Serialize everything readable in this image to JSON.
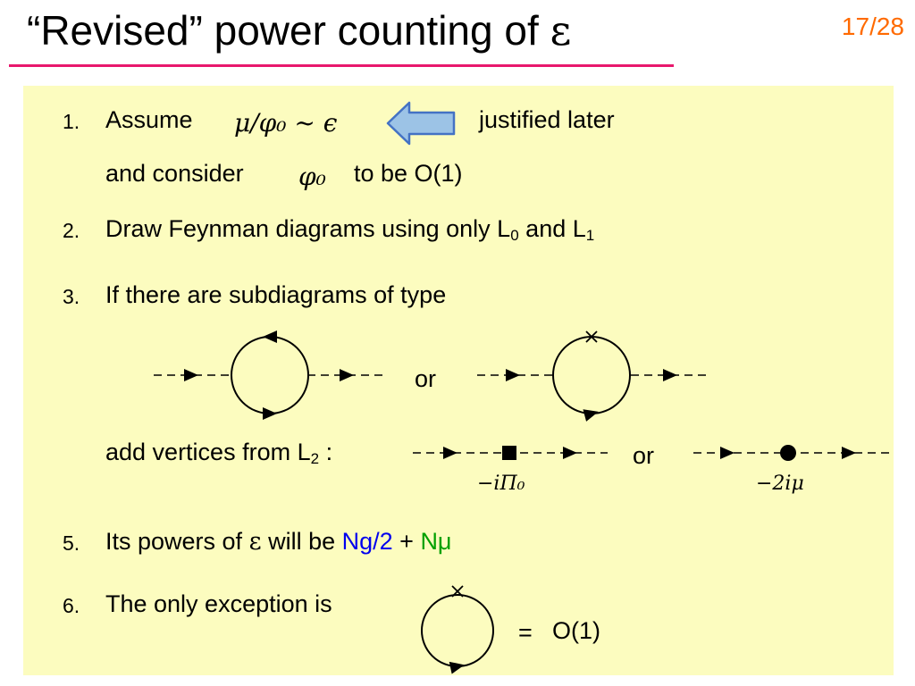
{
  "slide": {
    "title_text": "“Revised” power counting of ",
    "title_symbol": "ε",
    "page": "17/28"
  },
  "items": {
    "item1": {
      "number": "1.",
      "assume": "Assume",
      "math_ratio": "μ/φ₀ ~ ϵ",
      "arrow_icon": "left-arrow-icon",
      "justified": "justified later",
      "consider": "and consider",
      "math_phi": "φ₀",
      "order": "to be O(1)"
    },
    "item2": {
      "number": "2.",
      "text": "Draw Feynman diagrams using only L",
      "sub0": "0",
      "and": " and L",
      "sub1": "1"
    },
    "item3": {
      "number": "3.",
      "text": "If there are subdiagrams of type",
      "or1": "or",
      "add_text": "add vertices from L",
      "sub2": "2",
      "colon": " :",
      "or2": "or",
      "label_pi": "−iΠ₀",
      "label_mu": "−2iμ"
    },
    "item5": {
      "number": "5.",
      "text": "Its powers of ",
      "eps": "ε",
      "will": " will be ",
      "ng": "Ng/2",
      "plus": " + ",
      "nmu": "Nμ"
    },
    "item6": {
      "number": "6.",
      "text": "The only exception is",
      "eq": "=",
      "order": "O(1)"
    }
  },
  "colors": {
    "title_rule": "#e8186d",
    "page_number": "#ff6a00",
    "panel_bg": "#fcfcbf",
    "blue_text": "#0000ee",
    "green_text": "#00a000",
    "arrow_fill": "#9cc3e6",
    "arrow_stroke": "#4472c4"
  }
}
